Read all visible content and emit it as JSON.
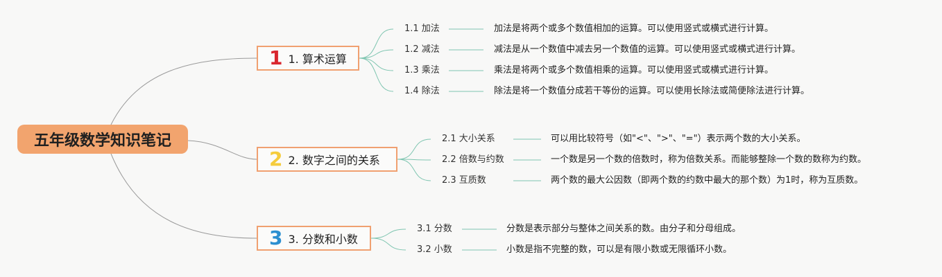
{
  "title": "五年级数学知识笔记",
  "colors": {
    "root_fill": "#f2a46e",
    "branch_border": "#f0a070",
    "connector": "#7ec5b0",
    "badge1": "#d9262e",
    "badge2": "#f5cc3c",
    "badge3": "#2b8fd0"
  },
  "branches": [
    {
      "badge": "1",
      "label": "1. 算术运算",
      "leaves": [
        {
          "label": "1.1 加法",
          "desc": "加法是将两个或多个数值相加的运算。可以使用竖式或横式进行计算。"
        },
        {
          "label": "1.2 减法",
          "desc": "减法是从一个数值中减去另一个数值的运算。可以使用竖式或横式进行计算。"
        },
        {
          "label": "1.3 乘法",
          "desc": "乘法是将两个或多个数值相乘的运算。可以使用竖式或横式进行计算。"
        },
        {
          "label": "1.4 除法",
          "desc": "除法是将一个数值分成若干等份的运算。可以使用长除法或简便除法进行计算。"
        }
      ]
    },
    {
      "badge": "2",
      "label": "2. 数字之间的关系",
      "leaves": [
        {
          "label": "2.1 大小关系",
          "desc": "可以用比较符号（如\"<\"、\">\"、\"=\"）表示两个数的大小关系。"
        },
        {
          "label": "2.2 倍数与约数",
          "desc": "一个数是另一个数的倍数时，称为倍数关系。而能够整除一个数的数称为约数。"
        },
        {
          "label": "2.3 互质数",
          "desc": "两个数的最大公因数（即两个数的约数中最大的那个数）为1时，称为互质数。"
        }
      ]
    },
    {
      "badge": "3",
      "label": "3. 分数和小数",
      "leaves": [
        {
          "label": "3.1 分数",
          "desc": "分数是表示部分与整体之间关系的数。由分子和分母组成。"
        },
        {
          "label": "3.2 小数",
          "desc": "小数是指不完整的数，可以是有限小数或无限循环小数。"
        }
      ]
    }
  ]
}
